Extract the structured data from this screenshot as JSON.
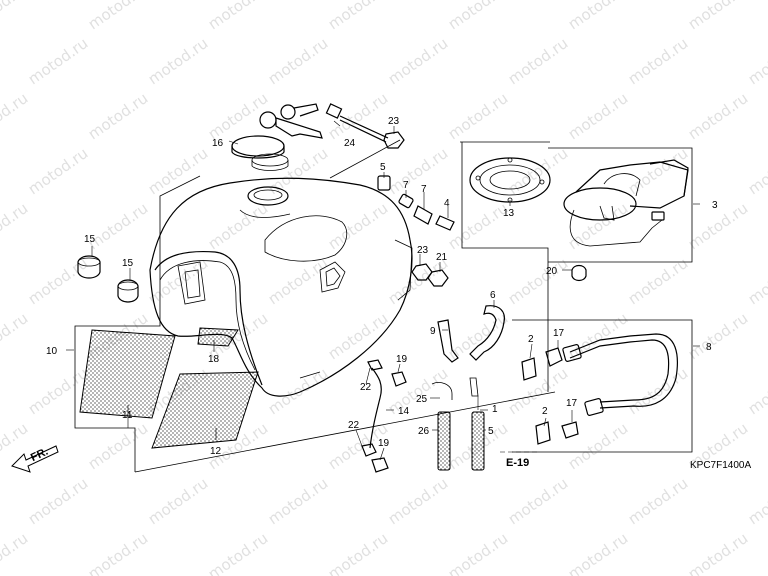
{
  "watermark": "motod.ru",
  "diagram_code": "KPC7F1400A",
  "front_label": "FR.",
  "ref_label": "E-19",
  "callouts": {
    "c1": "1",
    "c2a": "2",
    "c2b": "2",
    "c3": "3",
    "c4": "4",
    "c5": "5",
    "c6": "6",
    "c7a": "7",
    "c7b": "7",
    "c8": "8",
    "c9": "9",
    "c10": "10",
    "c11": "11",
    "c12": "12",
    "c13": "13",
    "c14": "14",
    "c15a": "15",
    "c15b": "15",
    "c16": "16",
    "c17a": "17",
    "c17b": "17",
    "c18": "18",
    "c19a": "19",
    "c19b": "19",
    "c20": "20",
    "c21": "21",
    "c22a": "22",
    "c22b": "22",
    "c23a": "23",
    "c23b": "23",
    "c24": "24",
    "c25": "25",
    "c26": "26"
  }
}
